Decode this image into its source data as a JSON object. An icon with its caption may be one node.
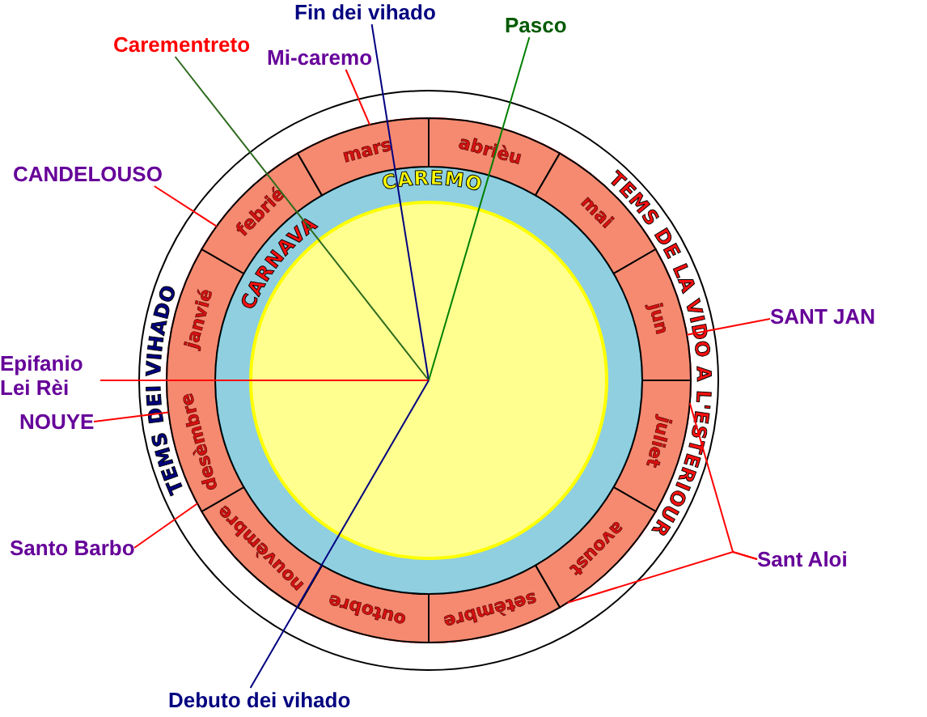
{
  "diagram": {
    "nodes": [
      {
        "text": [
          "Carementreto"
        ]
      },
      {
        "text": [
          "Fin dei vihado"
        ]
      },
      {
        "text": [
          "Mi-caremo"
        ]
      },
      {
        "text": [
          "Pasco"
        ]
      },
      {
        "text": [
          "CANDELOUSO"
        ]
      },
      {
        "text": [
          "SANT JAN"
        ]
      },
      {
        "text": [
          "Epifanio Lei Rèi"
        ]
      },
      {
        "text": [
          "NOUYE"
        ]
      },
      {
        "text": [
          "Santo Barbo"
        ]
      },
      {
        "text": [
          "Sant Aloi"
        ]
      },
      {
        "text": [
          "Debuto dei vihado"
        ]
      },
      {
        "text": [
          "janvié"
        ]
      },
      {
        "text": [
          "febrié"
        ]
      },
      {
        "text": [
          "mars"
        ]
      },
      {
        "text": [
          "abrièu"
        ]
      },
      {
        "text": [
          "mai"
        ]
      },
      {
        "text": [
          "jun"
        ]
      },
      {
        "text": [
          "juliet"
        ]
      },
      {
        "text": [
          "avoust"
        ]
      },
      {
        "text": [
          "setèmbre"
        ]
      },
      {
        "text": [
          "outobre"
        ]
      },
      {
        "text": [
          "nouvèmbre"
        ]
      },
      {
        "text": [
          "desèmbre"
        ]
      }
    ],
    "edges": [
      {
        "from": 0,
        "to": null,
        "arrow": "none",
        "color": "#2e6b1e"
      },
      {
        "from": 1,
        "to": null,
        "arrow": "none",
        "color": "#000080"
      },
      {
        "from": 2,
        "to": 13,
        "arrow": "none"
      },
      {
        "from": 3,
        "to": null,
        "arrow": "none",
        "color": "#008000"
      },
      {
        "from": 4,
        "to": 12,
        "arrow": "none"
      },
      {
        "from": 5,
        "to": 16,
        "arrow": "none"
      },
      {
        "from": 6,
        "to": null,
        "arrow": "none"
      },
      {
        "from": 7,
        "to": 22,
        "arrow": "none"
      },
      {
        "from": 8,
        "to": 22,
        "arrow": "none"
      },
      {
        "from": 9,
        "to": 17,
        "arrow": "none"
      },
      {
        "from": 9,
        "to": 18,
        "arrow": "none"
      },
      {
        "from": 10,
        "to": null,
        "arrow": "none",
        "color": "#000080"
      }
    ],
    "labels": [
      "CAREMO",
      "TEMS DE LA VIDO A L'ESTERIOUR",
      "CARNAVA",
      "TEMS DEI VIHADO"
    ]
  }
}
